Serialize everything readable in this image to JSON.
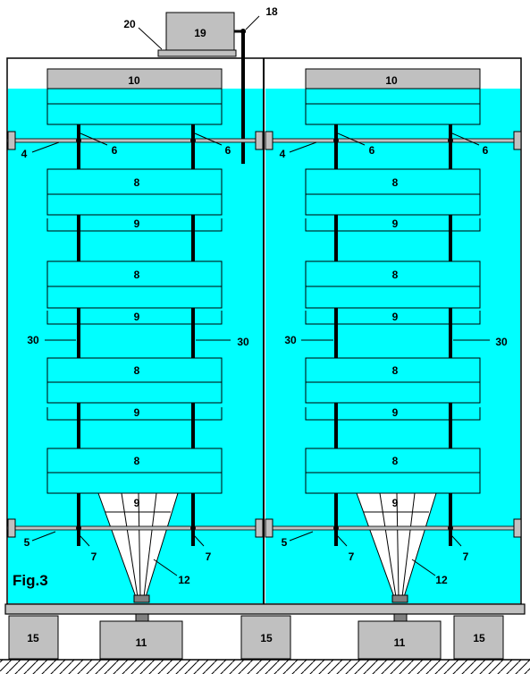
{
  "figure": {
    "caption": "Fig.3",
    "colors": {
      "water": "#00ffff",
      "box": "#c0c0c0",
      "line": "#000000",
      "background": "#ffffff"
    },
    "top_unit": {
      "box_label": "19",
      "base_label": "20",
      "arm_label": "18"
    },
    "tanks": [
      {
        "top_module": "10",
        "rail_top": "4",
        "rod_top_left": "6",
        "rod_top_right": "6",
        "modules": [
          "8",
          "8",
          "8",
          "8"
        ],
        "spacers": [
          "9",
          "9",
          "9",
          "9"
        ],
        "rod_left": "30",
        "rod_right": "30",
        "rail_bottom": "5",
        "rod_bottom_left": "7",
        "rod_bottom_right": "7",
        "cone": "12"
      },
      {
        "top_module": "10",
        "rail_top": "4",
        "rod_top_left": "6",
        "rod_top_right": "6",
        "modules": [
          "8",
          "8",
          "8",
          "8"
        ],
        "spacers": [
          "9",
          "9",
          "9",
          "9"
        ],
        "rod_left": "30",
        "rod_right": "30",
        "rail_bottom": "5",
        "rod_bottom_left": "7",
        "rod_bottom_right": "7",
        "cone": "12"
      }
    ],
    "feet": [
      "15",
      "15",
      "15"
    ],
    "drives": [
      "11",
      "11"
    ]
  }
}
